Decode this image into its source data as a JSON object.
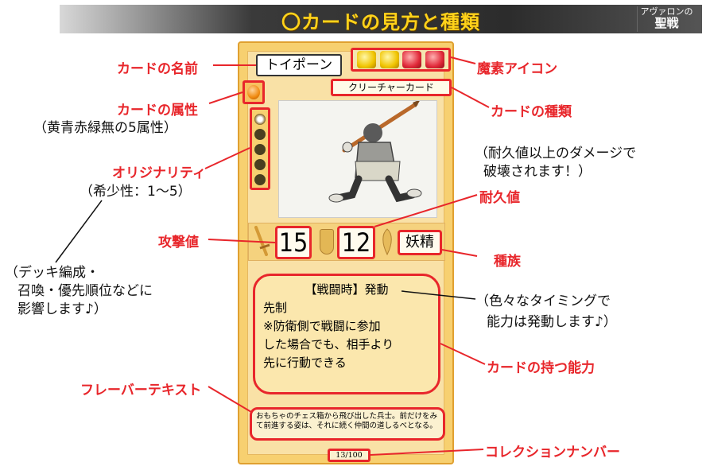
{
  "header": {
    "title": "〇カードの見方と種類",
    "logo_line1": "アヴァロンの",
    "logo_line2": "聖戦"
  },
  "card": {
    "name": "トイポーン",
    "type": "クリーチャーカード",
    "attack": "15",
    "durability": "12",
    "tribe": "妖精",
    "ability": {
      "heading": "【戦闘時】発動",
      "lines": [
        "先制",
        "※防衛側で戦闘に参加",
        "した場合でも、相手より",
        "先に行動できる"
      ]
    },
    "flavor_text": "おもちゃのチェス箱から飛び出した兵士。前だけをみて前進する姿は、それに続く仲間の道しるべとなる。",
    "collection_number": "13/100",
    "mana_icons": [
      "yellow",
      "yellow",
      "red",
      "red"
    ],
    "attribute_icon": "orange-flower-icon",
    "rarity_dots": 5
  },
  "labels": {
    "card_name": "カードの名前",
    "mana_icon": "魔素アイコン",
    "attribute": "カードの属性",
    "card_type": "カードの種類",
    "originality": "オリジナリティ",
    "durability": "耐久値",
    "attack": "攻撃値",
    "tribe": "種族",
    "ability": "カードの持つ能力",
    "flavor": "フレーバーテキスト",
    "collection": "コレクションナンバー"
  },
  "notes": {
    "attribute_note": "（黄青赤緑無の5属性）",
    "rarity_note": "（希少性：1～5）",
    "durability_note_1": "（耐久値以上のダメージで",
    "durability_note_2": "破壊されます！）",
    "originality_effect_1": "（デッキ編成・",
    "originality_effect_2": "召喚・優先順位などに",
    "originality_effect_3": "影響します♪）",
    "timing_note_1": "（色々なタイミングで",
    "timing_note_2": "能力は発動します♪）"
  },
  "colors": {
    "label_red": "#e8262b",
    "card_gold": "#f7d070",
    "banner_title_yellow": "#ffd21a"
  }
}
